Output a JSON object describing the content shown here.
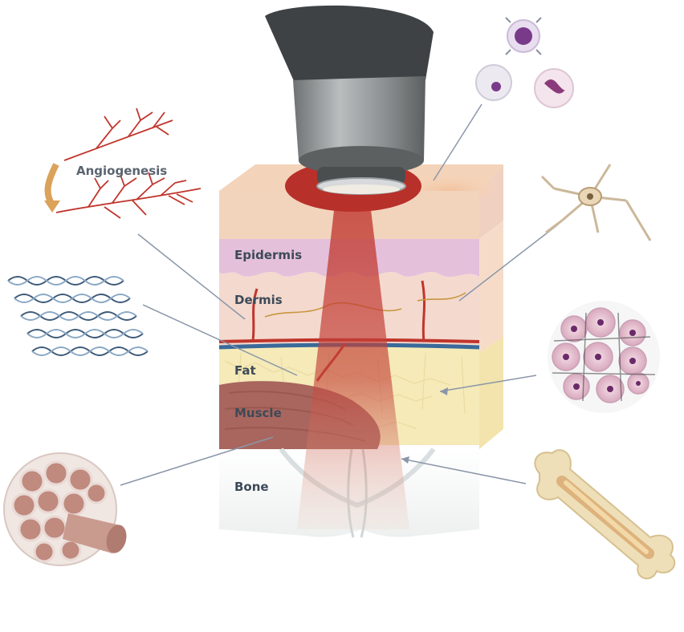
{
  "diagram": {
    "layers": [
      {
        "id": "epidermis",
        "label": "Epidermis"
      },
      {
        "id": "dermis",
        "label": "Dermis"
      },
      {
        "id": "fat",
        "label": "Fat"
      },
      {
        "id": "muscle",
        "label": "Muscle"
      },
      {
        "id": "bone",
        "label": "Bone"
      }
    ],
    "callout_label": "Angiogenesis",
    "colors": {
      "beam": "#b8302a",
      "epidermis": "#e6c3dc",
      "dermis": "#f2d3c3",
      "fat": "#f4e8b0",
      "muscle": "#a9685f",
      "probe": "#8e9293",
      "pointer": "#8a96a8"
    },
    "icons": [
      "blood-vessel-icon",
      "dna-strands-icon",
      "muscle-fiber-icon",
      "immune-cells-icon",
      "neuron-icon",
      "fat-cells-icon",
      "bone-icon",
      "laser-probe-icon"
    ]
  }
}
